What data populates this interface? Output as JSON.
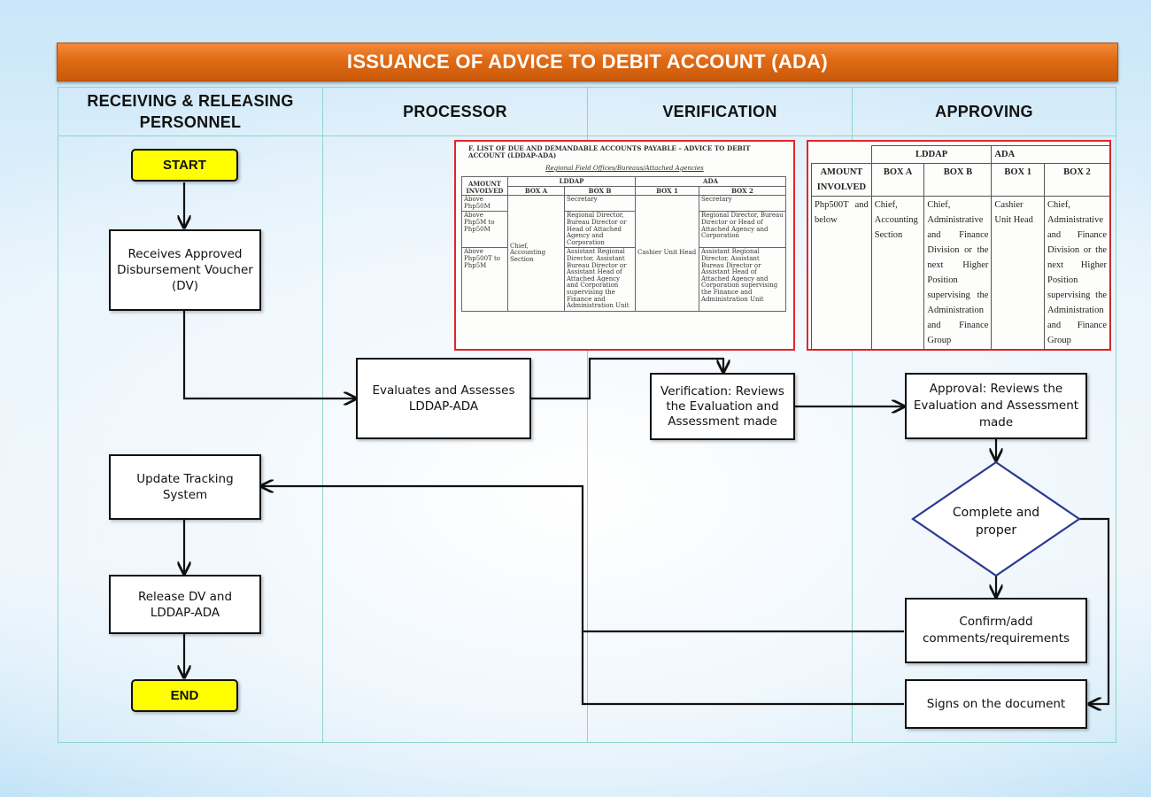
{
  "title": "ISSUANCE OF ADVICE TO DEBIT ACCOUNT (ADA)",
  "lanes": [
    {
      "label": "RECEIVING & RELEASING PERSONNEL"
    },
    {
      "label": "PROCESSOR"
    },
    {
      "label": "VERIFICATION"
    },
    {
      "label": "APPROVING"
    }
  ],
  "nodes": {
    "start": "START",
    "receives": "Receives Approved Disbursement Voucher (DV)",
    "evaluates": "Evaluates and Assesses LDDAP-ADA",
    "verification": "Verification: Reviews the Evaluation and Assessment made",
    "approval": "Approval: Reviews the Evaluation and Assessment made",
    "decision": "Complete and proper",
    "confirm": "Confirm/add comments/requirements",
    "signs": "Signs on the document",
    "update": "Update Tracking System",
    "release": "Release DV and LDDAP-ADA",
    "end": "END"
  },
  "doc1": {
    "title": "F. LIST OF DUE AND DEMANDABLE ACCOUNTS PAYABLE – ADVICE TO DEBIT ACCOUNT (LDDAP-ADA)",
    "subtitle": "Regional Field Offices/Bureaus/Attached Agencies",
    "group_lddap": "LDDAP",
    "group_ada": "ADA",
    "col_amount": "AMOUNT INVOLVED",
    "col_box_a": "BOX A",
    "col_box_b": "BOX B",
    "col_box_1": "BOX 1",
    "col_box_2": "BOX 2",
    "amount_1": "Above Php50M",
    "amount_2": "Above Php5M to Php50M",
    "amount_3": "Above Php500T to Php5M",
    "box_a": "Chief, Accounting Section",
    "box_b_1": "Secretary",
    "box_b_2": "Regional Director, Bureau Director or Head of Attached Agency and Corporation",
    "box_b_3": "Assistant Regional Director, Assistant Bureau Director or Assistant Head of Attached Agency and Corporation supervising the Finance and Administration Unit",
    "box_1": "Cashier Unit Head",
    "box_2_1": "Secretary",
    "box_2_2": "Regional Director, Bureau Director or Head of Attached Agency and Corporation",
    "box_2_3": "Assistant Regional Director, Assistant Bureau Director or Assistant Head of Attached Agency and Corporation supervising the Finance and Administration Unit"
  },
  "doc2": {
    "group_lddap": "LDDAP",
    "group_ada": "ADA",
    "col_amount": "AMOUNT INVOLVED",
    "col_box_a": "BOX A",
    "col_box_b": "BOX B",
    "col_box_1": "BOX 1",
    "col_box_2": "BOX 2",
    "amount": "Php500T and below",
    "box_a": "Chief, Accounting Section",
    "box_b": "Chief, Administrative and Finance Division or the next Higher Position supervising the Administration and Finance Group",
    "box_1": "Cashier Unit Head",
    "box_2": "Chief, Administrative and Finance Division or the next Higher Position supervising the Administration and Finance Group"
  },
  "colors": {
    "title_bar": "#e06a14",
    "terminal_fill": "#ffff00",
    "decision_border": "#2b3b8f",
    "lane_lines": "#8fd5c9",
    "scan_border": "#e0262a"
  }
}
